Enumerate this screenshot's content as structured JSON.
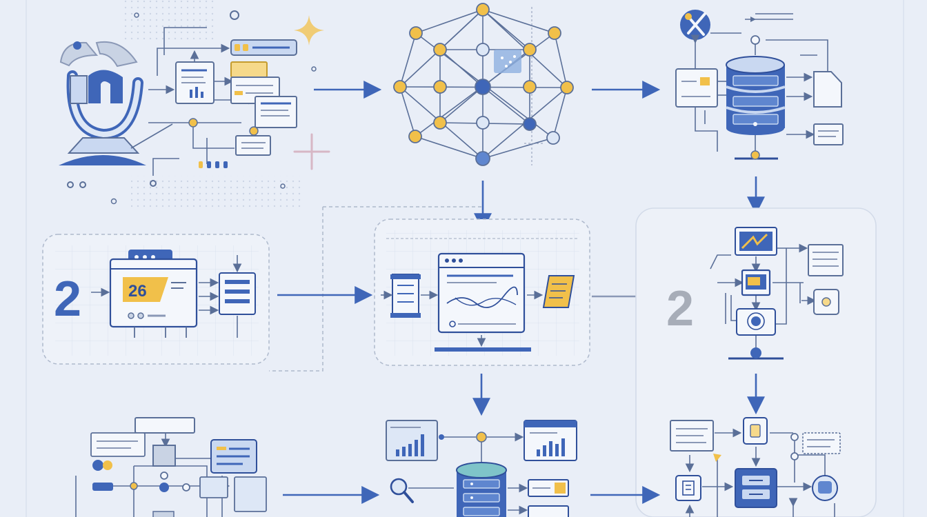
{
  "colors": {
    "background": "#e9eef7",
    "primary": "#3f66b8",
    "deep_blue": "#2f4f9a",
    "light_blue": "#c9d8f1",
    "pale_blue": "#dde7f6",
    "accent_yellow": "#f1c04a",
    "grey_number": "#a7adb8",
    "line": "#5a6f98",
    "teal": "#7fc4c9"
  },
  "labels": {
    "step_2_left": "2",
    "calendar_value": "26",
    "step_2_right": "2"
  },
  "icons": [
    "robot-arm-icon",
    "network-graph-icon",
    "database-icon",
    "tools-icon",
    "calendar-icon",
    "chart-window-icon",
    "document-icon",
    "magnifier-icon",
    "bar-chart-icon",
    "sparkle-icon"
  ]
}
